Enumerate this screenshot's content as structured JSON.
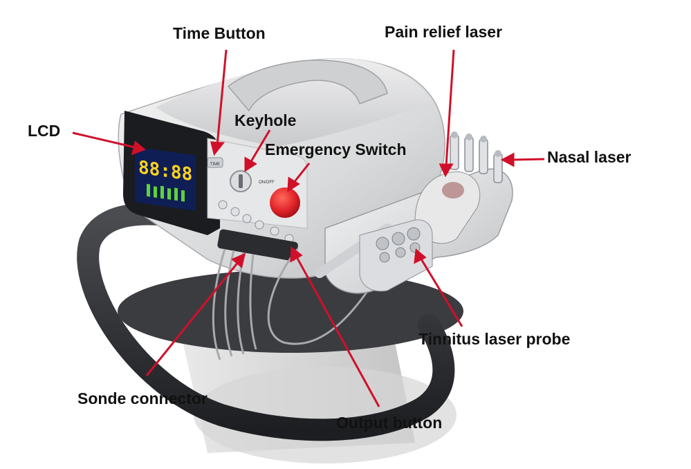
{
  "labels": {
    "time_button": "Time Button",
    "pain_relief_laser": "Pain relief laser",
    "lcd": "LCD",
    "keyhole": "Keyhole",
    "emergency_switch": "Emergency Switch",
    "nasal_laser": "Nasal laser",
    "tinnitus_laser_probe": "Tinnitus laser probe",
    "sonde_connector": "Sonde connector",
    "output_button": "Output button"
  },
  "device": {
    "lcd_readout": "88:88",
    "switch_text": "ON/OFF",
    "time_key_text": "TIME"
  },
  "colors": {
    "arrow": "#d0102a",
    "label_text": "#111111",
    "lcd_digits": "#ffd21f",
    "lcd_bars": "#5fd23a",
    "emergency_button": "#e3242b"
  }
}
